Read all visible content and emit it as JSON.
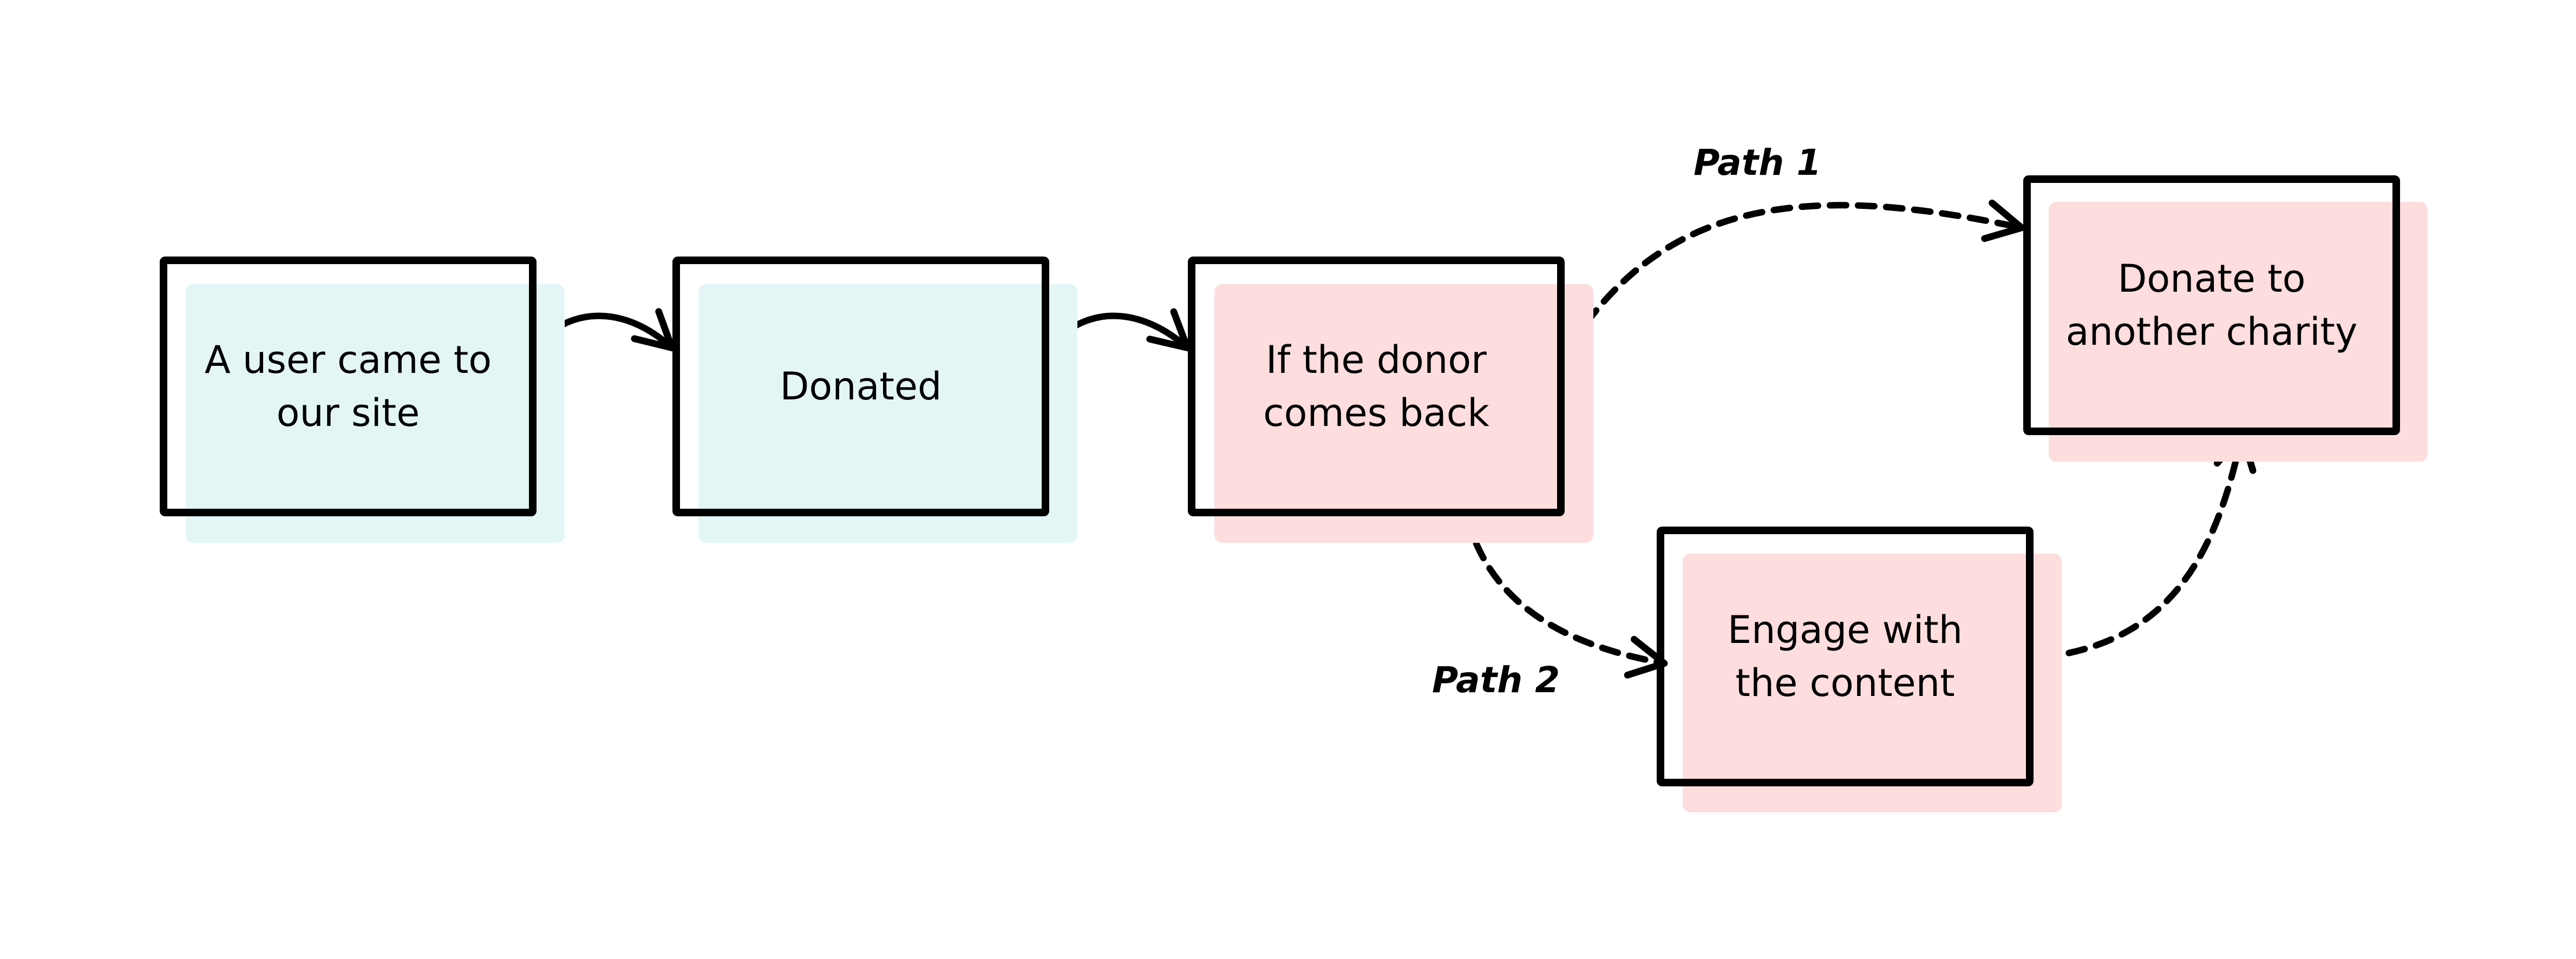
{
  "colors": {
    "teal_fill": "#e3f6f5",
    "pink_fill": "#fdddde",
    "stroke": "#000000",
    "background": "#ffffff"
  },
  "nodes": {
    "user_came": {
      "label": "A user came to\nour site",
      "fill": "teal"
    },
    "donated": {
      "label": "Donated",
      "fill": "teal"
    },
    "donor_back": {
      "label": "If the donor\ncomes back",
      "fill": "pink"
    },
    "donate_other": {
      "label": "Donate to\nanother charity",
      "fill": "pink"
    },
    "engage": {
      "label": "Engage with\nthe content",
      "fill": "pink"
    }
  },
  "paths": {
    "path1": "Path 1",
    "path2": "Path 2"
  },
  "edges": [
    {
      "from": "user_came",
      "to": "donated",
      "style": "solid"
    },
    {
      "from": "donated",
      "to": "donor_back",
      "style": "solid"
    },
    {
      "from": "donor_back",
      "to": "donate_other",
      "style": "dashed"
    },
    {
      "from": "donor_back",
      "to": "engage",
      "style": "dashed"
    },
    {
      "from": "engage",
      "to": "donate_other",
      "style": "dashed"
    }
  ]
}
